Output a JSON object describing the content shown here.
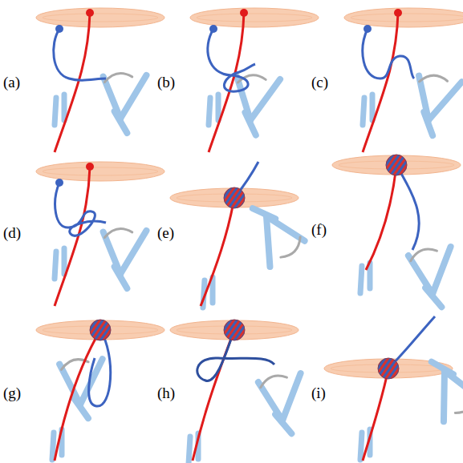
{
  "diagram": {
    "labels": [
      "(a)",
      "(b)",
      "(c)",
      "(d)",
      "(e)",
      "(f)",
      "(g)",
      "(h)",
      "(i)"
    ]
  }
}
